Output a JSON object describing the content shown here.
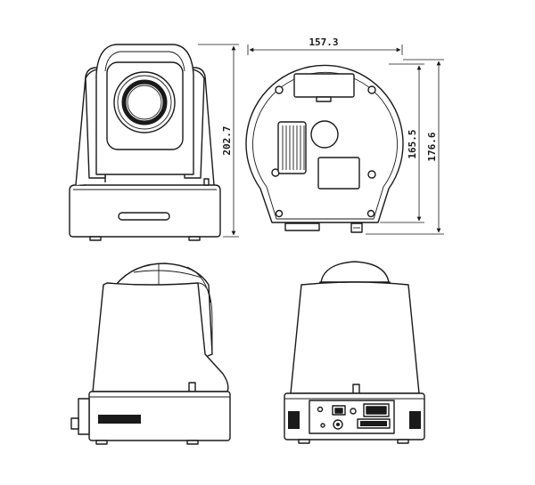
{
  "dimensions": {
    "height_front": "202.7",
    "width_back": "157.3",
    "height_back_inner": "165.5",
    "height_back_outer": "176.6"
  }
}
